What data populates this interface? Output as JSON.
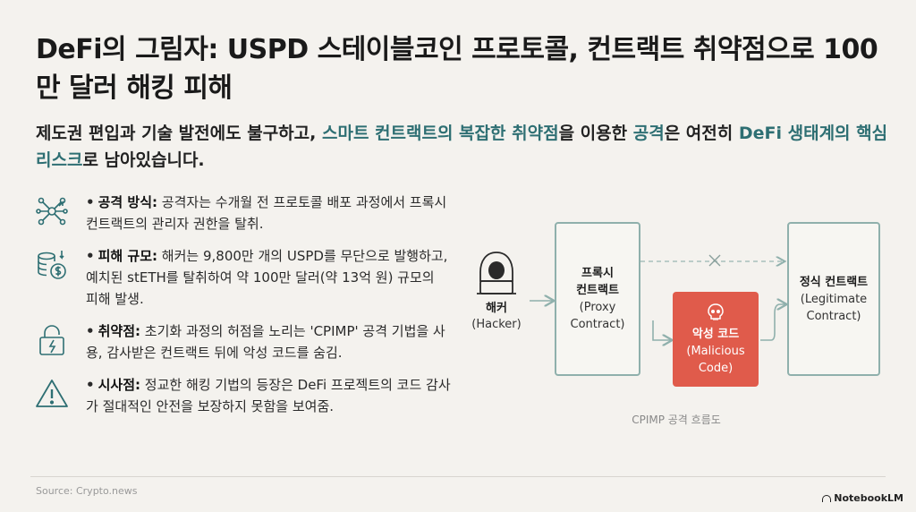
{
  "title": "DeFi의 그림자: USPD 스테이블코인 프로토콜, 컨트랙트 취약점으로 100만 달러 해킹 피해",
  "subtitle": {
    "p1": "제도권 편입과 기술 발전에도 불구하고, ",
    "h1": "스마트 컨트랙트의 복잡한 취약점",
    "p2": "을 이용한 ",
    "h2": "공격",
    "p3": "은 여전히 ",
    "h3": "DeFi 생태계의 핵심 리스크",
    "p4": "로 남아있습니다."
  },
  "bullets": [
    {
      "icon": "network-attack-icon",
      "label": "공격 방식:",
      "text": "공격자는 수개월 전 프로토콜 배포 과정에서 프록시 컨트랙트의 관리자 권한을 탈취."
    },
    {
      "icon": "coin-dollar-icon",
      "label": "피해 규모:",
      "text": "해커는 9,800만 개의 USPD를 무단으로 발행하고, 예치된 stETH를 탈취하여 약 100만 달러(약 13억 원) 규모의 피해 발생."
    },
    {
      "icon": "broken-lock-icon",
      "label": "취약점:",
      "text": "초기화 과정의 허점을 노리는 'CPIMP' 공격 기법을 사용, 감사받은 컨트랙트 뒤에 악성 코드를 숨김."
    },
    {
      "icon": "warning-icon",
      "label": "시사점:",
      "text": "정교한 해킹 기법의 등장은 DeFi 프로젝트의 코드 감사가 절대적인 안전을 보장하지 못함을 보여줌."
    }
  ],
  "diagram": {
    "hacker": {
      "ko": "해커",
      "en": "(Hacker)"
    },
    "proxy": {
      "ko1": "프록시",
      "ko2": "컨트랙트",
      "en1": "(Proxy",
      "en2": "Contract)"
    },
    "malicious": {
      "ko": "악성 코드",
      "en1": "(Malicious",
      "en2": "Code)"
    },
    "legit": {
      "ko": "정식 컨트랙트",
      "en1": "(Legitimate",
      "en2": "Contract)"
    },
    "caption": "CPIMP 공격 흐름도"
  },
  "colors": {
    "accent": "#2e6f73",
    "danger": "#e05b4b",
    "border": "#8fb0ac"
  },
  "footer": {
    "source": "Source: Crypto.news",
    "brand": "NotebookLM"
  }
}
